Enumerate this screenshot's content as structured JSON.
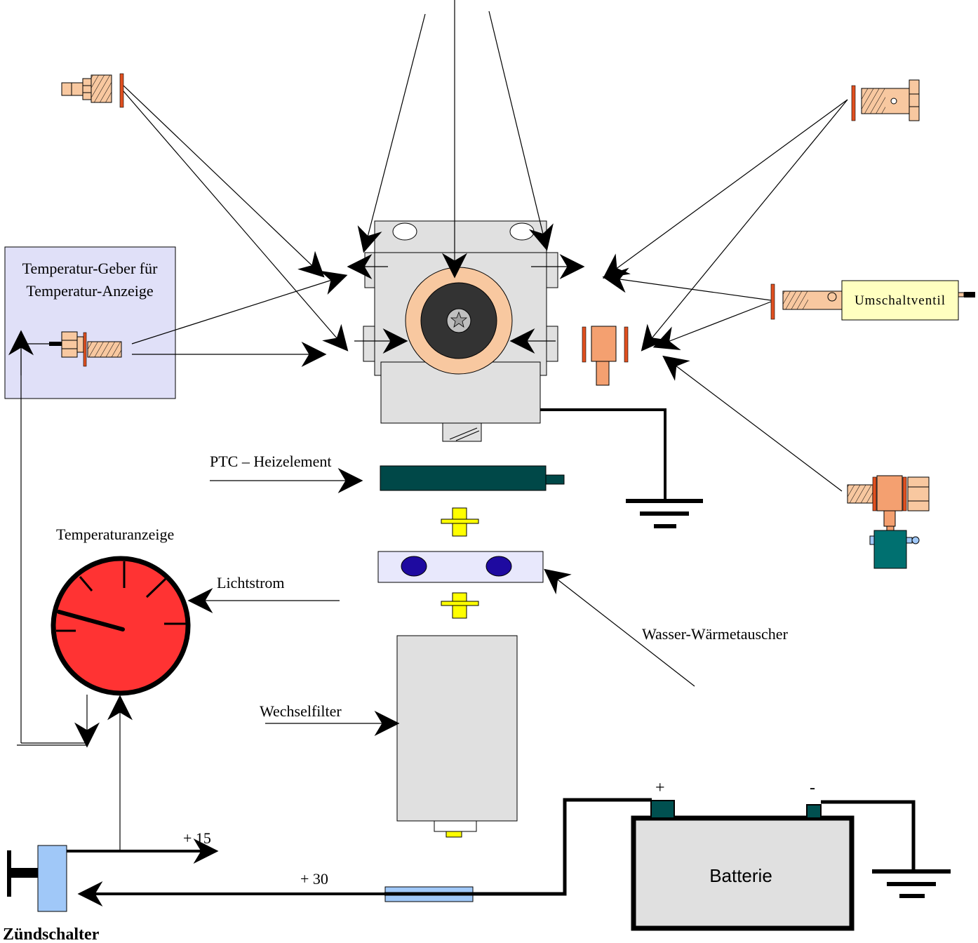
{
  "labels": {
    "temp_sender": [
      "Temperatur-Geber für",
      "Temperatur-Anzeige"
    ],
    "switch_valve": "Umschaltventil",
    "ptc": "PTC – Heizelement",
    "temp_display": "Temperaturanzeige",
    "light_current": "Lichtstrom",
    "water_exchanger": "Wasser-Wärmetauscher",
    "change_filter": "Wechselfilter",
    "terminal_plus": "+",
    "terminal_minus": "-",
    "battery": "Batterie",
    "plus15": "+ 15",
    "plus30": "+ 30",
    "ignition_switch": "Zündschalter"
  },
  "colors": {
    "housing": "#e0e0e0",
    "ring": "#f8c8a0",
    "disc": "#333333",
    "part_peach": "#f8c8a0",
    "part_orange": "#f4a070",
    "washer": "#e05020",
    "sender_box": "#e0e0f8",
    "valve_box": "#ffffc0",
    "ptc": "#004848",
    "yellow_part": "#ffff00",
    "heat_exchanger": "#e8e8fc",
    "blue_oval": "#1e0aa0",
    "gauge": "#ff3333",
    "battery_terminal": "#005050",
    "switch": "#a0c8f8",
    "solenoid": "#007070"
  }
}
